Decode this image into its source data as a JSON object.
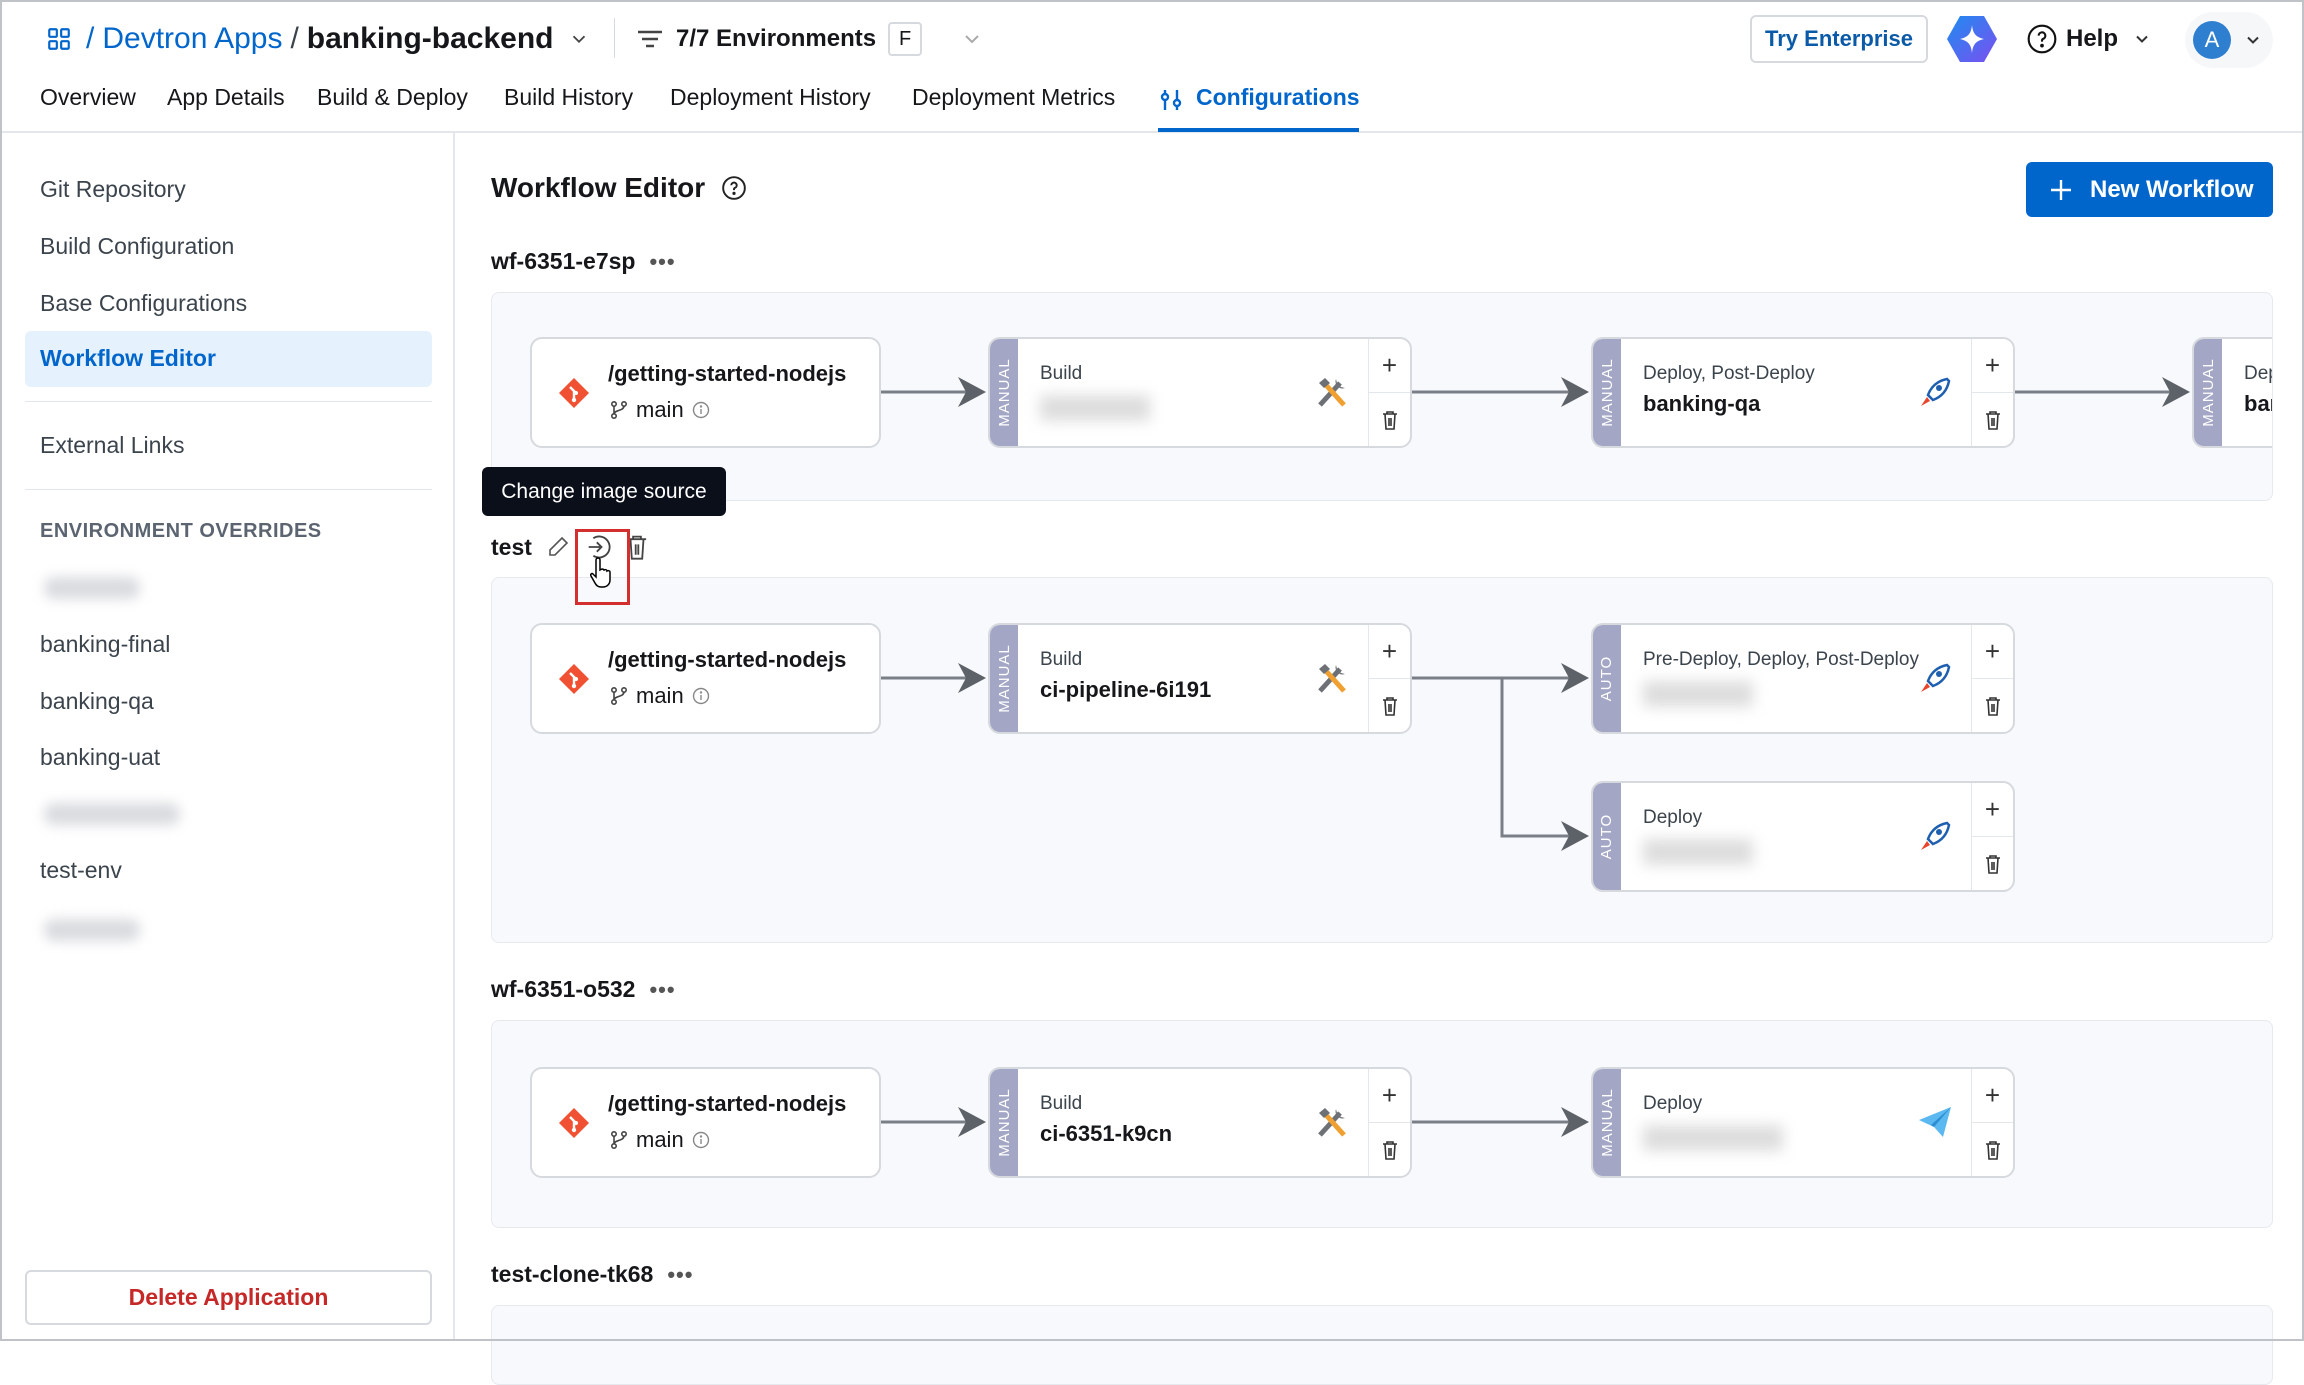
{
  "header": {
    "breadcrumb_sep": "/",
    "app_group": "Devtron Apps",
    "app_name": "banking-backend",
    "env_filter": "7/7 Environments",
    "env_filter_badge": "F",
    "try_enterprise": "Try Enterprise",
    "help": "Help",
    "avatar_initial": "A"
  },
  "tabs": [
    "Overview",
    "App Details",
    "Build & Deploy",
    "Build History",
    "Deployment History",
    "Deployment Metrics",
    "Configurations"
  ],
  "active_tab": "Configurations",
  "sidebar": {
    "items": [
      "Git Repository",
      "Build Configuration",
      "Base Configurations",
      "Workflow Editor"
    ],
    "active_item": "Workflow Editor",
    "external_links": "External Links",
    "env_overrides_heading": "ENVIRONMENT OVERRIDES",
    "env_overrides": [
      "banking-final",
      "banking-qa",
      "banking-uat",
      "test-env"
    ],
    "delete_button": "Delete Application"
  },
  "main": {
    "title": "Workflow Editor",
    "new_workflow_button": "New Workflow",
    "tooltip": "Change image source",
    "workflows": [
      {
        "name": "wf-6351-e7sp",
        "git": {
          "repo": "/getting-started-nodejs",
          "branch": "main"
        },
        "build": {
          "trigger": "MANUAL",
          "label": "Build"
        },
        "deploys": [
          {
            "trigger": "MANUAL",
            "label": "Deploy, Post-Deploy",
            "env": "banking-qa"
          },
          {
            "trigger": "MANUAL",
            "label": "Deploy",
            "env": "banking"
          }
        ]
      },
      {
        "name": "test",
        "git": {
          "repo": "/getting-started-nodejs",
          "branch": "main"
        },
        "build": {
          "trigger": "MANUAL",
          "label": "Build",
          "pipeline": "ci-pipeline-6i191"
        },
        "deploys": [
          {
            "trigger": "AUTO",
            "label": "Pre-Deploy, Deploy, Post-Deploy"
          },
          {
            "trigger": "AUTO",
            "label": "Deploy"
          }
        ]
      },
      {
        "name": "wf-6351-o532",
        "git": {
          "repo": "/getting-started-nodejs",
          "branch": "main"
        },
        "build": {
          "trigger": "MANUAL",
          "label": "Build",
          "pipeline": "ci-6351-k9cn"
        },
        "deploys": [
          {
            "trigger": "MANUAL",
            "label": "Deploy"
          }
        ]
      },
      {
        "name": "test-clone-tk68"
      }
    ]
  },
  "colors": {
    "accent": "#0066cc",
    "git": "#f05133",
    "strip": "#a3a6c4",
    "danger": "#c62828"
  }
}
